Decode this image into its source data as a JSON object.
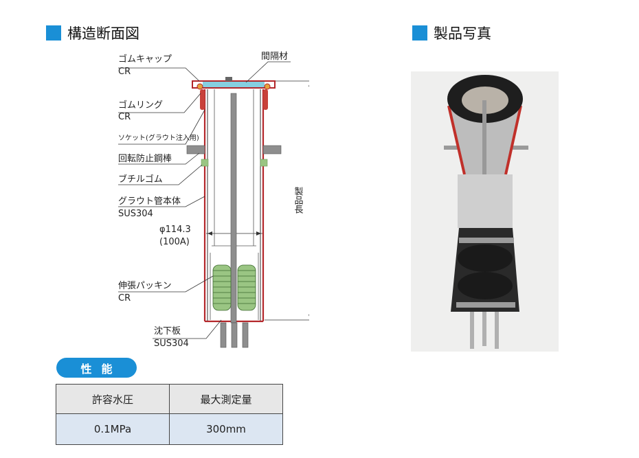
{
  "headings": {
    "section_diagram": "構造断面図",
    "section_photo": "製品写真"
  },
  "diagram": {
    "labels": {
      "rubber_cap": "ゴムキャップ",
      "rubber_cap_material": "CR",
      "spacer": "間隔材",
      "rubber_ring": "ゴムリング",
      "rubber_ring_material": "CR",
      "socket": "ソケット(グラウト注入用)",
      "anti_rotation_bar": "回転防止鋼棒",
      "butyl_rubber": "ブチルゴム",
      "grout_pipe_body": "グラウト管本体",
      "grout_pipe_material": "SUS304",
      "diameter": "φ114.3",
      "diameter_nominal": "(100A)",
      "expansion_packing": "伸張パッキン",
      "expansion_packing_material": "CR",
      "sinker_plate": "沈下板",
      "sinker_plate_material": "SUS304",
      "product_length": "製品長"
    },
    "colors": {
      "outline": "#b3262a",
      "rubber": "#9ac583",
      "steel": "#8e8e8e",
      "spacer": "#86cfe0"
    }
  },
  "performance": {
    "title": "性能",
    "columns": [
      "許容水圧",
      "最大測定量"
    ],
    "values": [
      "0.1MPa",
      "300mm"
    ]
  }
}
